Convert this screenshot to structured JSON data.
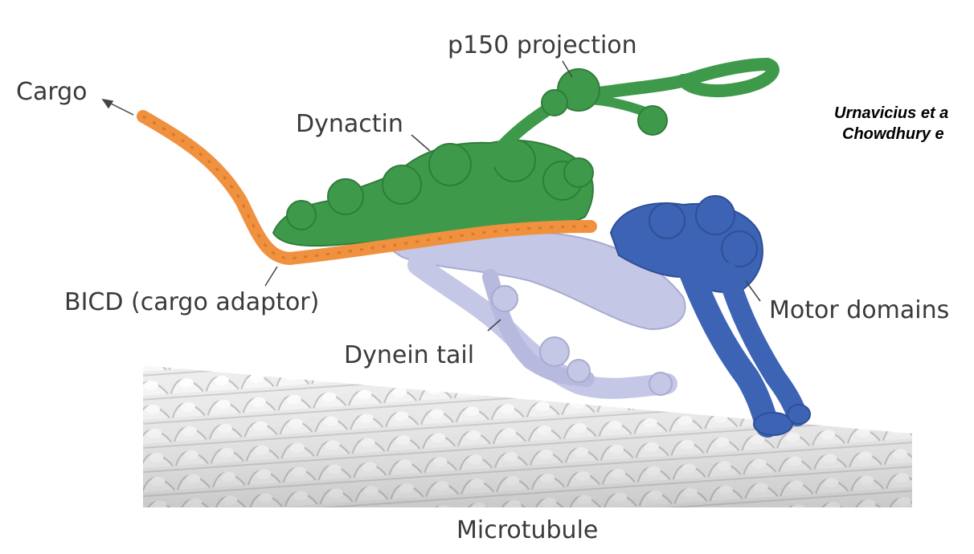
{
  "labels": {
    "cargo": "Cargo",
    "p150": "p150 projection",
    "dynactin": "Dynactin",
    "bicd": "BICD (cargo adaptor)",
    "dynein_tail": "Dynein tail",
    "motor_domains": "Motor domains",
    "microtubule": "Microtubule"
  },
  "credit": {
    "line1": "Urnavicius et a",
    "line2": "Chowdhury e"
  },
  "colors": {
    "cargo_adaptor": "#f0913f",
    "dynactin": "#3e9a4a",
    "dynein_tail": "#c4c7e6",
    "motor_domains": "#3d63b5",
    "microtubule": "#e6e6e6",
    "text": "#3a3a3a"
  }
}
